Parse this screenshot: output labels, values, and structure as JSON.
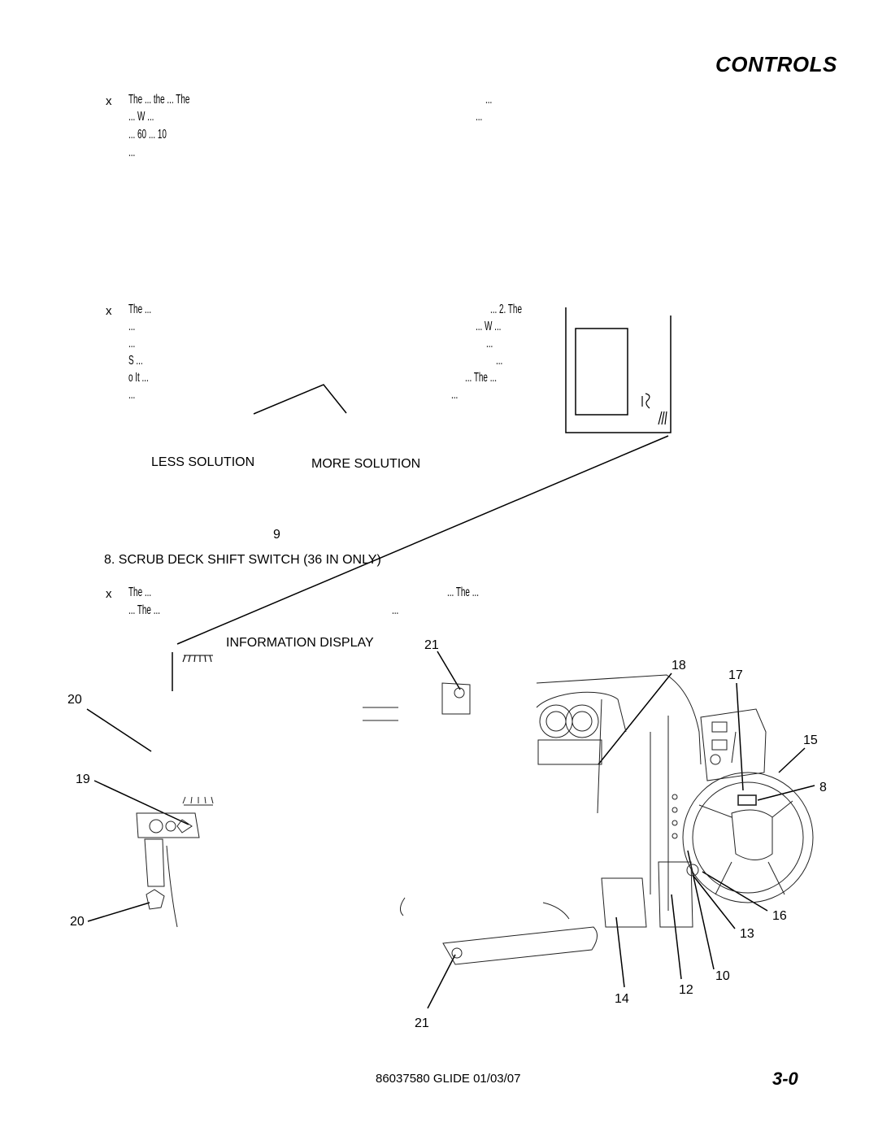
{
  "header": {
    "title": "CONTROLS"
  },
  "bullets": {
    "symbol": "x"
  },
  "para1": {
    "left_lines": [
      "The ... the ... The",
      "... W ...",
      "... 60 ... 10",
      "..."
    ],
    "right_lines": [
      "...",
      "..."
    ]
  },
  "para2": {
    "left_lines": [
      "The ...",
      "...",
      "...",
      "S ...",
      "o It ...",
      "..."
    ],
    "right_lines": [
      "... 2. The",
      "... W ...",
      "...",
      "...",
      "... The ...",
      "..."
    ]
  },
  "solution_labels": {
    "less": "LESS SOLUTION",
    "more": "MORE SOLUTION"
  },
  "callout_9": "9",
  "section8": {
    "heading": "8.   SCRUB DECK SHIFT SWITCH (36 IN ONLY)"
  },
  "para3": {
    "left_lines": [
      "The ...",
      "... The ..."
    ],
    "right_lines": [
      "... The ...",
      "..."
    ]
  },
  "info_display_label": "INFORMATION DISPLAY",
  "callouts": {
    "c21a": "21",
    "c18": "18",
    "c17": "17",
    "c20a": "20",
    "c15": "15",
    "c19": "19",
    "c8": "8",
    "c16": "16",
    "c20b": "20",
    "c13": "13",
    "c10": "10",
    "c12": "12",
    "c14": "14",
    "c21b": "21"
  },
  "footer": {
    "doc": "86037580  GLIDE  01/03/07",
    "page": "3-0"
  }
}
